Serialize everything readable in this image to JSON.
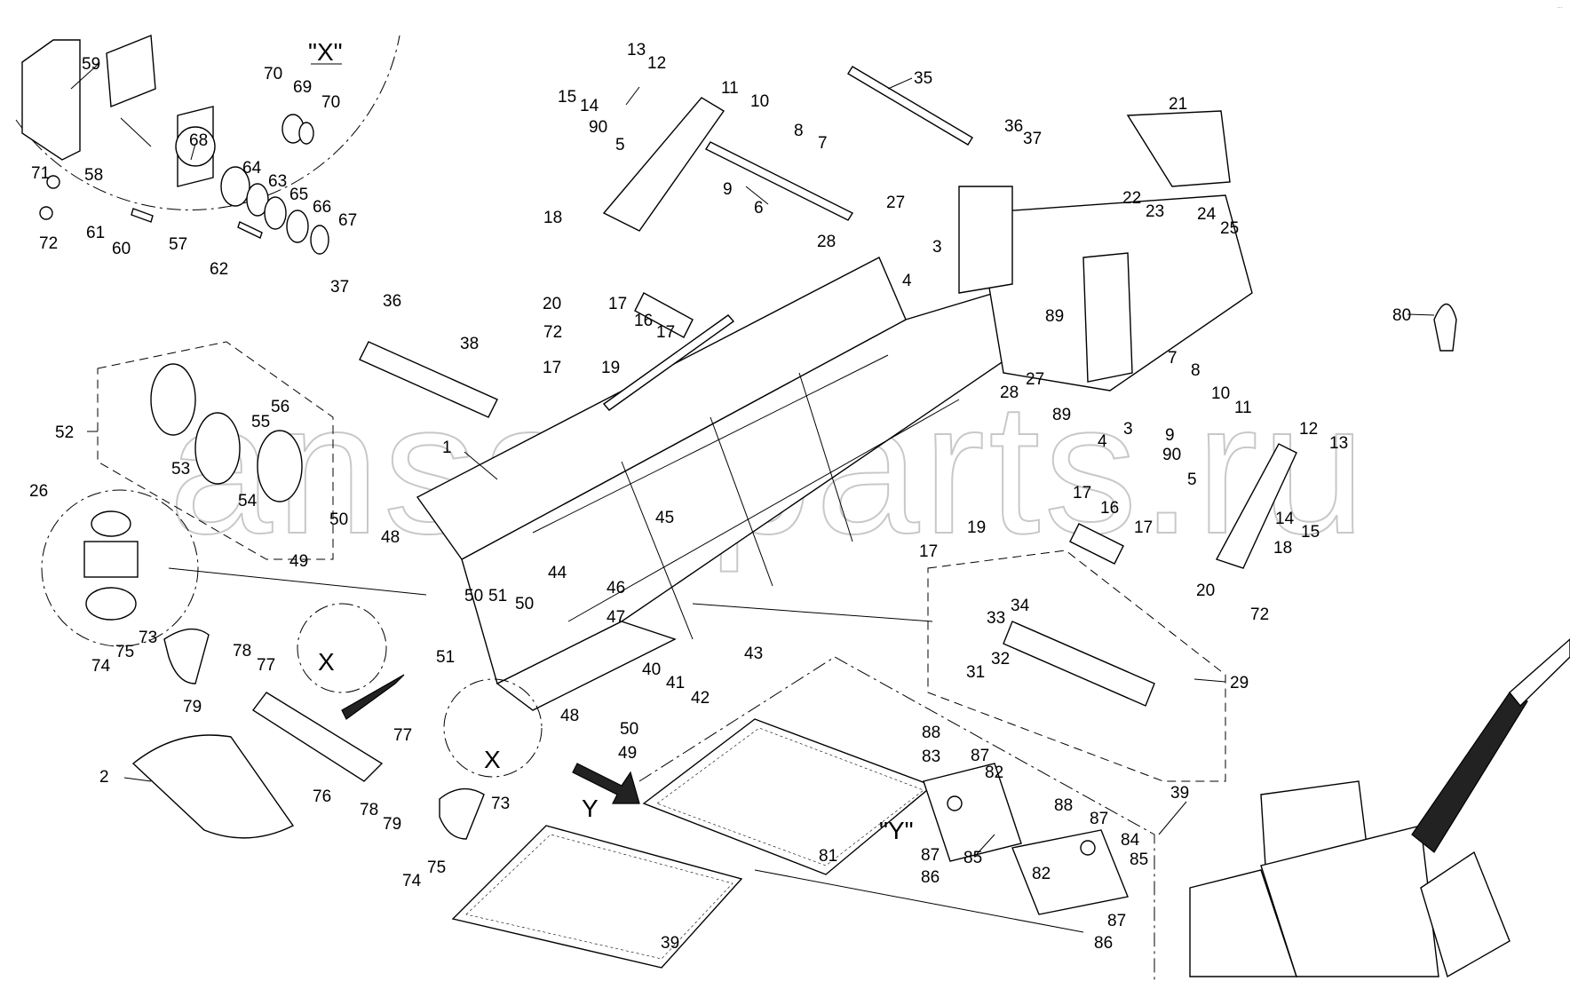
{
  "watermark": "ansat-parts.ru",
  "view_labels": {
    "detail_x_title": "\"X\"",
    "detail_y_title": "\"Y\"",
    "x_marker": "X",
    "y_marker": "Y"
  },
  "corner_mark": "...",
  "callouts": [
    {
      "id": "c59",
      "text": "59"
    },
    {
      "id": "c70a",
      "text": "70"
    },
    {
      "id": "c69",
      "text": "69"
    },
    {
      "id": "c70b",
      "text": "70"
    },
    {
      "id": "c68",
      "text": "68"
    },
    {
      "id": "c58",
      "text": "58"
    },
    {
      "id": "c64",
      "text": "64"
    },
    {
      "id": "c63",
      "text": "63"
    },
    {
      "id": "c65",
      "text": "65"
    },
    {
      "id": "c66",
      "text": "66"
    },
    {
      "id": "c67",
      "text": "67"
    },
    {
      "id": "c71",
      "text": "71"
    },
    {
      "id": "c72a",
      "text": "72"
    },
    {
      "id": "c61",
      "text": "61"
    },
    {
      "id": "c60",
      "text": "60"
    },
    {
      "id": "c57",
      "text": "57"
    },
    {
      "id": "c62",
      "text": "62"
    },
    {
      "id": "c13a",
      "text": "13"
    },
    {
      "id": "c12a",
      "text": "12"
    },
    {
      "id": "c15a",
      "text": "15"
    },
    {
      "id": "c14a",
      "text": "14"
    },
    {
      "id": "c90a",
      "text": "90"
    },
    {
      "id": "c5a",
      "text": "5"
    },
    {
      "id": "c11a",
      "text": "11"
    },
    {
      "id": "c10a",
      "text": "10"
    },
    {
      "id": "c8a",
      "text": "8"
    },
    {
      "id": "c7a",
      "text": "7"
    },
    {
      "id": "c9a",
      "text": "9"
    },
    {
      "id": "c6",
      "text": "6"
    },
    {
      "id": "c18a",
      "text": "18"
    },
    {
      "id": "c35",
      "text": "35"
    },
    {
      "id": "c36a",
      "text": "36"
    },
    {
      "id": "c37a",
      "text": "37"
    },
    {
      "id": "c21",
      "text": "21"
    },
    {
      "id": "c22",
      "text": "22"
    },
    {
      "id": "c23",
      "text": "23"
    },
    {
      "id": "c24",
      "text": "24"
    },
    {
      "id": "c25",
      "text": "25"
    },
    {
      "id": "c27a",
      "text": "27"
    },
    {
      "id": "c28a",
      "text": "28"
    },
    {
      "id": "c3a",
      "text": "3"
    },
    {
      "id": "c4a",
      "text": "4"
    },
    {
      "id": "c37b",
      "text": "37"
    },
    {
      "id": "c36b",
      "text": "36"
    },
    {
      "id": "c20a",
      "text": "20"
    },
    {
      "id": "c17a",
      "text": "17"
    },
    {
      "id": "c16a",
      "text": "16"
    },
    {
      "id": "c17b",
      "text": "17"
    },
    {
      "id": "c72b",
      "text": "72"
    },
    {
      "id": "c38",
      "text": "38"
    },
    {
      "id": "c17c",
      "text": "17"
    },
    {
      "id": "c19a",
      "text": "19"
    },
    {
      "id": "c89a",
      "text": "89"
    },
    {
      "id": "c28b",
      "text": "28"
    },
    {
      "id": "c27b",
      "text": "27"
    },
    {
      "id": "c89b",
      "text": "89"
    },
    {
      "id": "c7b",
      "text": "7"
    },
    {
      "id": "c8b",
      "text": "8"
    },
    {
      "id": "c10b",
      "text": "10"
    },
    {
      "id": "c11b",
      "text": "11"
    },
    {
      "id": "c9b",
      "text": "9"
    },
    {
      "id": "c4b",
      "text": "4"
    },
    {
      "id": "c3b",
      "text": "3"
    },
    {
      "id": "c12b",
      "text": "12"
    },
    {
      "id": "c13b",
      "text": "13"
    },
    {
      "id": "c90b",
      "text": "90"
    },
    {
      "id": "c80",
      "text": "80"
    },
    {
      "id": "c52",
      "text": "52"
    },
    {
      "id": "c56",
      "text": "56"
    },
    {
      "id": "c55",
      "text": "55"
    },
    {
      "id": "c1",
      "text": "1"
    },
    {
      "id": "c53",
      "text": "53"
    },
    {
      "id": "c54",
      "text": "54"
    },
    {
      "id": "c26",
      "text": "26"
    },
    {
      "id": "c5b",
      "text": "5"
    },
    {
      "id": "c14b",
      "text": "14"
    },
    {
      "id": "c15b",
      "text": "15"
    },
    {
      "id": "c17d",
      "text": "17"
    },
    {
      "id": "c16b",
      "text": "16"
    },
    {
      "id": "c17e",
      "text": "17"
    },
    {
      "id": "c19b",
      "text": "19"
    },
    {
      "id": "c45",
      "text": "45"
    },
    {
      "id": "c50a",
      "text": "50"
    },
    {
      "id": "c48a",
      "text": "48"
    },
    {
      "id": "c49a",
      "text": "49"
    },
    {
      "id": "c18b",
      "text": "18"
    },
    {
      "id": "c20b",
      "text": "20"
    },
    {
      "id": "c72c",
      "text": "72"
    },
    {
      "id": "c17f",
      "text": "17"
    },
    {
      "id": "c44",
      "text": "44"
    },
    {
      "id": "c46",
      "text": "46"
    },
    {
      "id": "c47",
      "text": "47"
    },
    {
      "id": "c33",
      "text": "33"
    },
    {
      "id": "c34",
      "text": "34"
    },
    {
      "id": "c50b",
      "text": "50"
    },
    {
      "id": "c51a",
      "text": "51"
    },
    {
      "id": "c50c",
      "text": "50"
    },
    {
      "id": "c51b",
      "text": "51"
    },
    {
      "id": "c73a",
      "text": "73"
    },
    {
      "id": "c75a",
      "text": "75"
    },
    {
      "id": "c74a",
      "text": "74"
    },
    {
      "id": "c78a",
      "text": "78"
    },
    {
      "id": "c77a",
      "text": "77"
    },
    {
      "id": "c79a",
      "text": "79"
    },
    {
      "id": "c40",
      "text": "40"
    },
    {
      "id": "c41",
      "text": "41"
    },
    {
      "id": "c43",
      "text": "43"
    },
    {
      "id": "c42",
      "text": "42"
    },
    {
      "id": "c31",
      "text": "31"
    },
    {
      "id": "c32",
      "text": "32"
    },
    {
      "id": "c29",
      "text": "29"
    },
    {
      "id": "c48b",
      "text": "48"
    },
    {
      "id": "c50d",
      "text": "50"
    },
    {
      "id": "c49b",
      "text": "49"
    },
    {
      "id": "c2",
      "text": "2"
    },
    {
      "id": "c77b",
      "text": "77"
    },
    {
      "id": "c76",
      "text": "76"
    },
    {
      "id": "c78b",
      "text": "78"
    },
    {
      "id": "c79b",
      "text": "79"
    },
    {
      "id": "c73b",
      "text": "73"
    },
    {
      "id": "c75b",
      "text": "75"
    },
    {
      "id": "c74b",
      "text": "74"
    },
    {
      "id": "c88a",
      "text": "88"
    },
    {
      "id": "c83",
      "text": "83"
    },
    {
      "id": "c87a",
      "text": "87"
    },
    {
      "id": "c82a",
      "text": "82"
    },
    {
      "id": "c39a",
      "text": "39"
    },
    {
      "id": "c88b",
      "text": "88"
    },
    {
      "id": "c87b",
      "text": "87"
    },
    {
      "id": "c84",
      "text": "84"
    },
    {
      "id": "c81",
      "text": "81"
    },
    {
      "id": "c85a",
      "text": "85"
    },
    {
      "id": "c87c",
      "text": "87"
    },
    {
      "id": "c86a",
      "text": "86"
    },
    {
      "id": "c82b",
      "text": "82"
    },
    {
      "id": "c85b",
      "text": "85"
    },
    {
      "id": "c87d",
      "text": "87"
    },
    {
      "id": "c86b",
      "text": "86"
    },
    {
      "id": "c39b",
      "text": "39"
    }
  ]
}
